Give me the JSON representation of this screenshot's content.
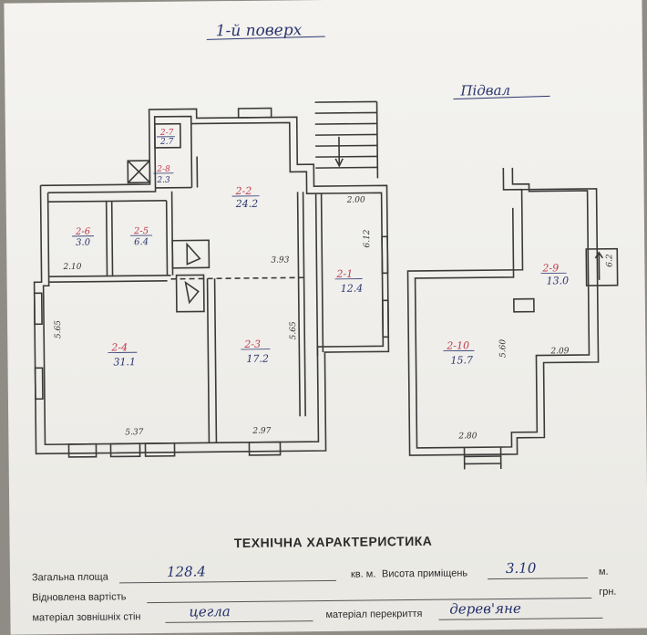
{
  "header": {
    "floor_label": "1-й поверх",
    "basement_label": "Підвал"
  },
  "rooms": [
    {
      "id": "2-7",
      "label": "2-7",
      "area": "2.7"
    },
    {
      "id": "2-8",
      "label": "2-8",
      "area": "2.3"
    },
    {
      "id": "2-2",
      "label": "2-2",
      "area": "24.2"
    },
    {
      "id": "2-6",
      "label": "2-6",
      "area": "3.0"
    },
    {
      "id": "2-5",
      "label": "2-5",
      "area": "6.4"
    },
    {
      "id": "2-1",
      "label": "2-1",
      "area": "12.4"
    },
    {
      "id": "2-4",
      "label": "2-4",
      "area": "31.1"
    },
    {
      "id": "2-3",
      "label": "2-3",
      "area": "17.2"
    },
    {
      "id": "2-10",
      "label": "2-10",
      "area": "15.7"
    },
    {
      "id": "2-9",
      "label": "2-9",
      "area": "13.0"
    }
  ],
  "dimensions": {
    "d1": "2.00",
    "d2": "6.12",
    "d3": "3.93",
    "d4": "2.10",
    "d5": "5.65",
    "d6": "5.65",
    "d7": "5.37",
    "d8": "2.97",
    "d9": "5.60",
    "d10": "2.09",
    "d11": "2.80",
    "d12": "6.2"
  },
  "tech": {
    "title": "ТЕХНІЧНА ХАРАКТЕРИСТИКА",
    "total_area_label": "Загальна площа",
    "total_area_value": "128.4",
    "sqm_label": "кв. м.",
    "height_label": "Висота приміщень",
    "height_value": "3.10",
    "m_label": "м.",
    "restored_cost_label": "Відновлена вартість",
    "currency_label": "грн.",
    "wall_material_label": "матеріал зовнішніх стін",
    "wall_material_value": "цегла",
    "ceiling_material_label": "матеріал перекриття",
    "ceiling_material_value": "дерев'яне"
  },
  "colors": {
    "ink": "#2a3470",
    "room_label": "#c0394a",
    "wall": "#3a3a3a"
  }
}
